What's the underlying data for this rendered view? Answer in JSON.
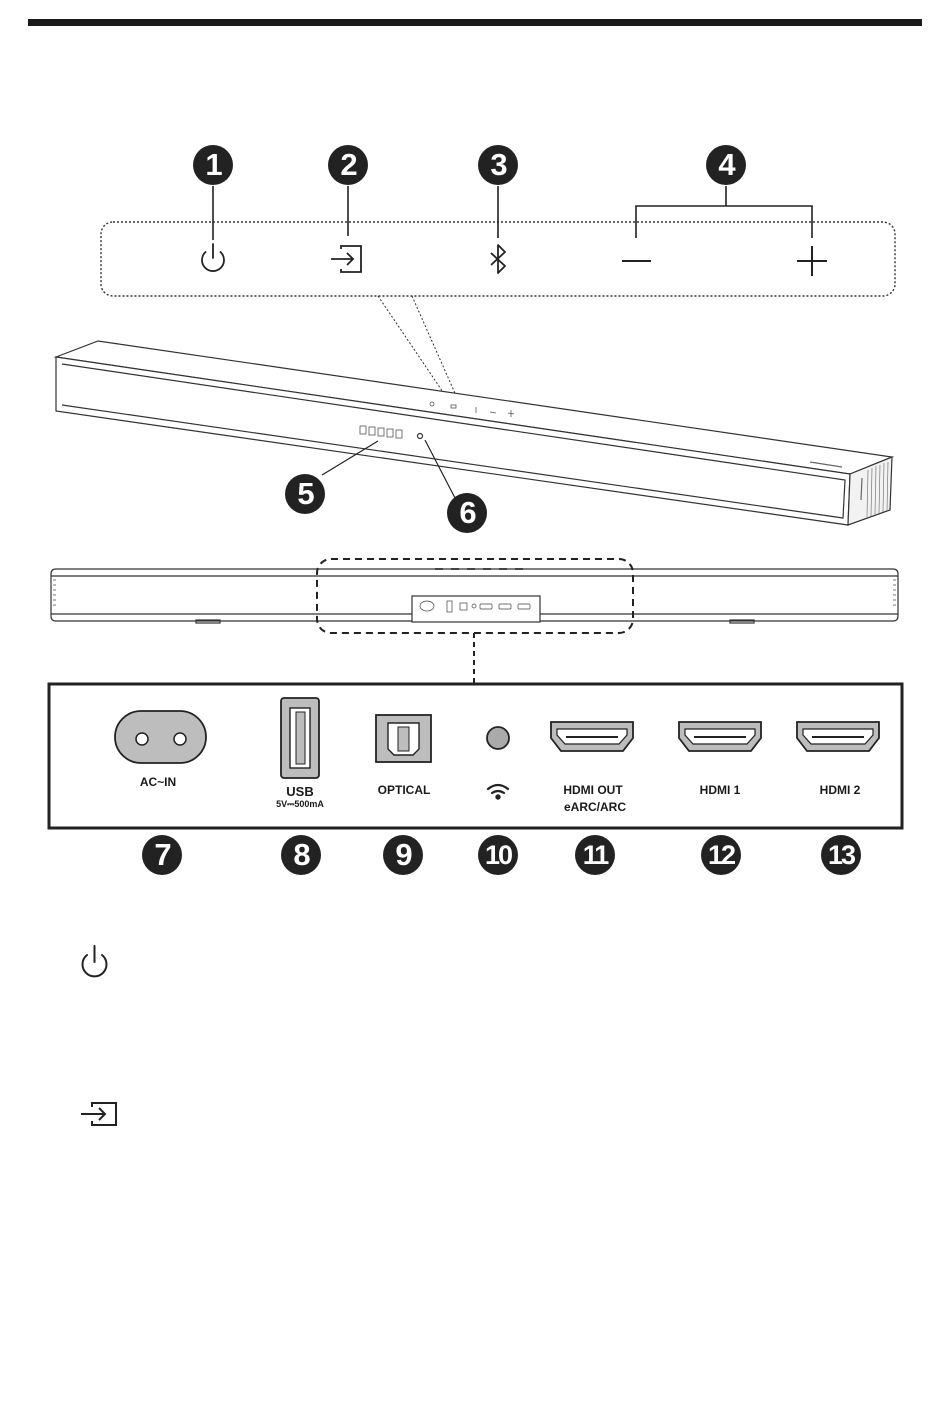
{
  "callouts": {
    "c1": "1",
    "c2": "2",
    "c3": "3",
    "c4": "4",
    "c5": "5",
    "c6": "6",
    "c7": "7",
    "c8": "8",
    "c9": "9",
    "c10": "10",
    "c11": "11",
    "c12": "12",
    "c13": "13"
  },
  "panel": {
    "ac_in": "AC~IN",
    "usb": "USB",
    "usb_rating": "5V⎓500mA",
    "optical": "OPTICAL",
    "hdmi_out_1": "HDMI OUT",
    "hdmi_out_2": "eARC/ARC",
    "hdmi1": "HDMI 1",
    "hdmi2": "HDMI 2"
  },
  "icons": [
    "power-icon",
    "input-source-icon",
    "bluetooth-icon",
    "volume-down-icon",
    "volume-up-icon",
    "wifi-icon"
  ],
  "colors": {
    "ink": "#1a1a1a",
    "badge": "#222222",
    "port_fill": "#bdbdbd"
  }
}
